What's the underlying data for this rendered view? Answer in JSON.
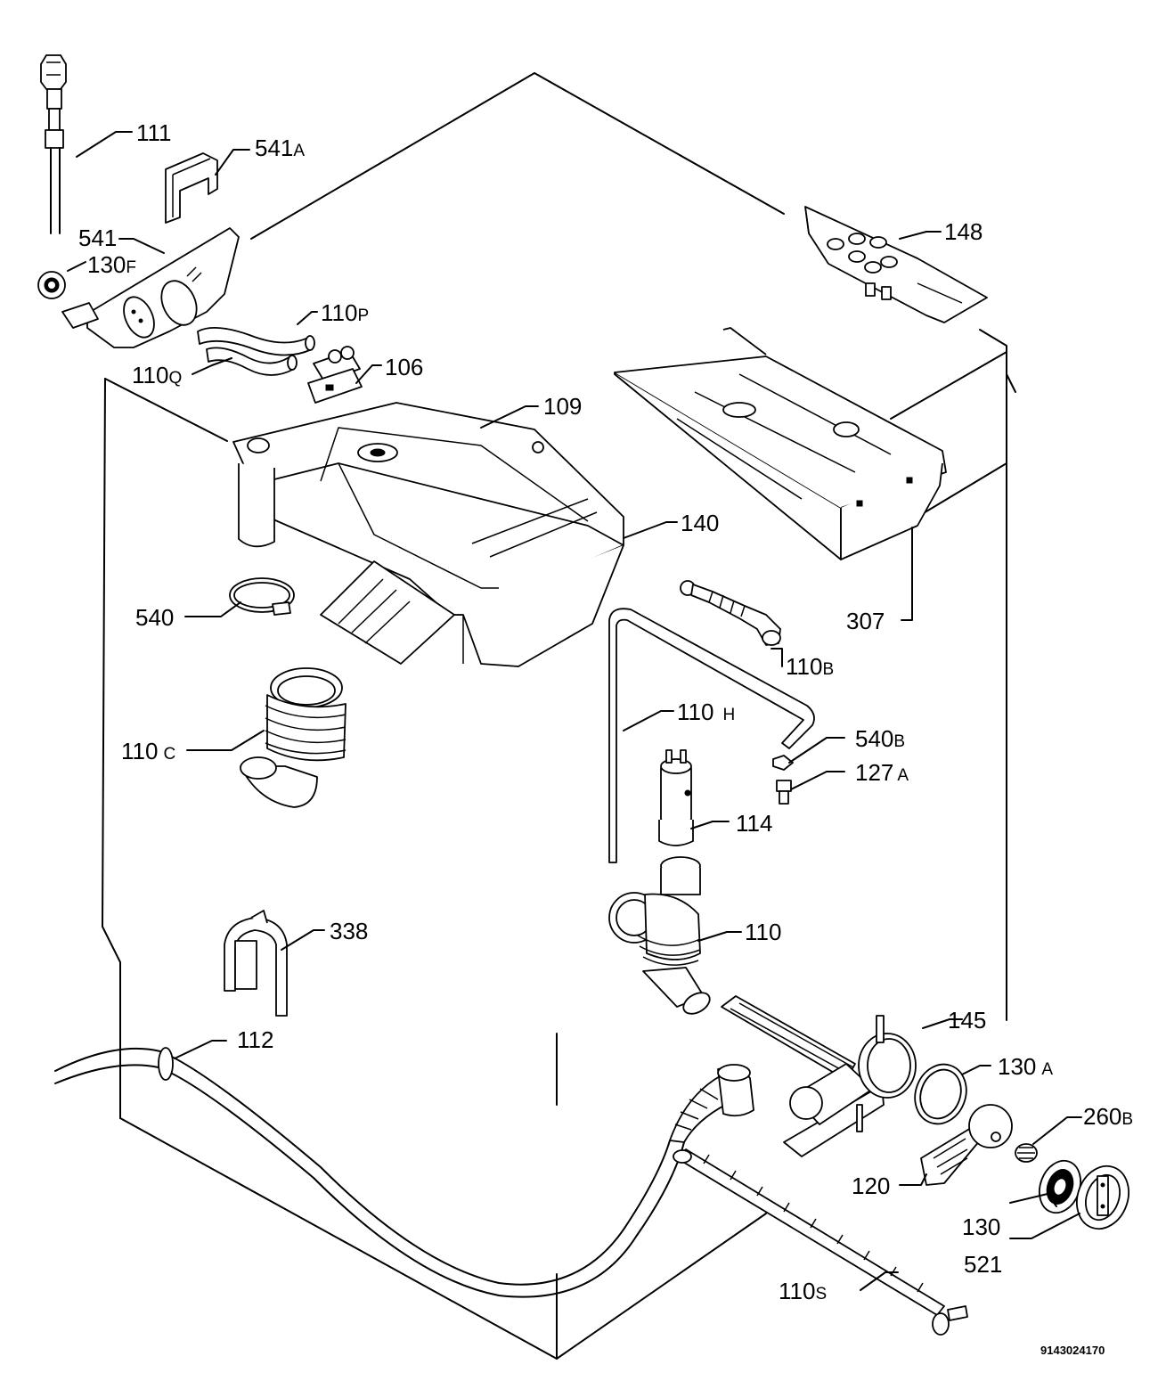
{
  "parts": [
    {
      "id": "p111",
      "num": "111",
      "suffix": ""
    },
    {
      "id": "p541a",
      "num": "541",
      "suffix": "A"
    },
    {
      "id": "p541",
      "num": "541",
      "suffix": ""
    },
    {
      "id": "p130f",
      "num": "130",
      "suffix": "F"
    },
    {
      "id": "p110p",
      "num": "110",
      "suffix": "P"
    },
    {
      "id": "p110q",
      "num": "110",
      "suffix": "Q"
    },
    {
      "id": "p106",
      "num": "106",
      "suffix": ""
    },
    {
      "id": "p109",
      "num": "109",
      "suffix": ""
    },
    {
      "id": "p148",
      "num": "148",
      "suffix": ""
    },
    {
      "id": "p140",
      "num": "140",
      "suffix": ""
    },
    {
      "id": "p307",
      "num": "307",
      "suffix": ""
    },
    {
      "id": "p540",
      "num": "540",
      "suffix": ""
    },
    {
      "id": "p110b",
      "num": "110",
      "suffix": "B"
    },
    {
      "id": "p110h",
      "num": "110",
      "suffix": "H"
    },
    {
      "id": "p540b",
      "num": "540",
      "suffix": "B"
    },
    {
      "id": "p110c",
      "num": "110",
      "suffix": "C"
    },
    {
      "id": "p127a",
      "num": "127",
      "suffix": "A"
    },
    {
      "id": "p114",
      "num": "114",
      "suffix": ""
    },
    {
      "id": "p338",
      "num": "338",
      "suffix": ""
    },
    {
      "id": "p110",
      "num": "110",
      "suffix": ""
    },
    {
      "id": "p112",
      "num": "112",
      "suffix": ""
    },
    {
      "id": "p145",
      "num": "145",
      "suffix": ""
    },
    {
      "id": "p130a",
      "num": "130",
      "suffix": "A"
    },
    {
      "id": "p260b",
      "num": "260",
      "suffix": "B"
    },
    {
      "id": "p120",
      "num": "120",
      "suffix": ""
    },
    {
      "id": "p130",
      "num": "130",
      "suffix": ""
    },
    {
      "id": "p521",
      "num": "521",
      "suffix": ""
    },
    {
      "id": "p110s",
      "num": "110",
      "suffix": "S"
    }
  ],
  "drawing_code": "9143024170"
}
